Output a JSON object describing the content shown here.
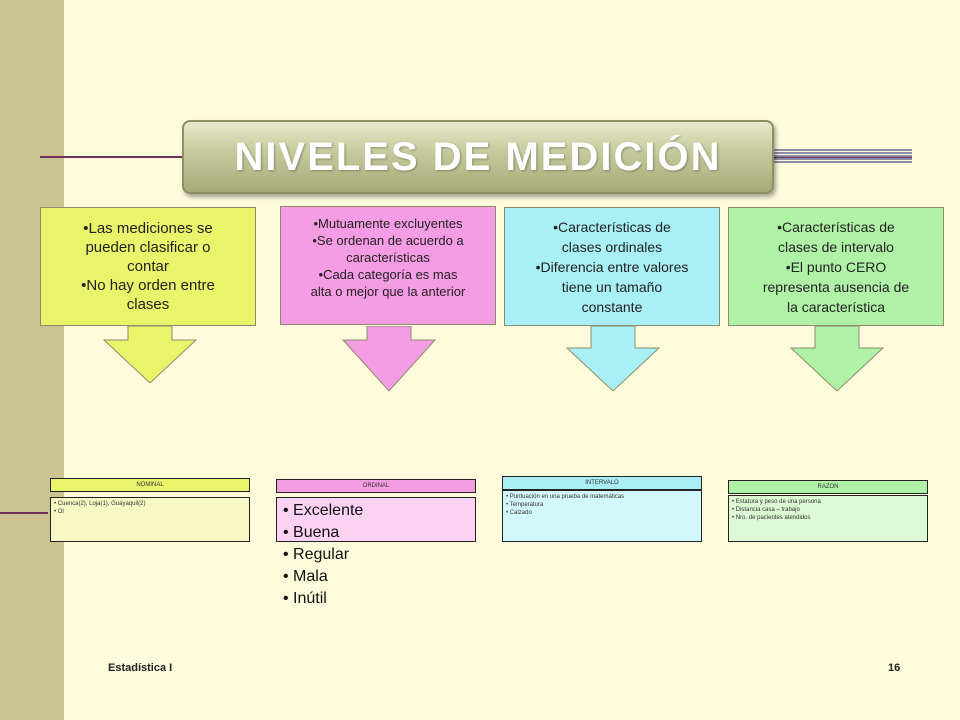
{
  "title": "NIVELES DE MEDICIÓN",
  "colors": {
    "background": "#fdfbdc",
    "sidebar": "#cbc490",
    "nominal": "#e8f46a",
    "ordinal": "#f49ce4",
    "intervalo": "#a8f0f6",
    "razon": "#aff2a6",
    "line": "#6e2f59"
  },
  "levels": [
    {
      "lines": [
        "•Las mediciones se",
        "pueden clasificar o",
        "contar",
        "•No hay orden entre",
        "clases"
      ]
    },
    {
      "lines": [
        "•Mutuamente excluyentes",
        "•Se ordenan de acuerdo a",
        "características",
        "•Cada categoría es mas",
        "alta o mejor que la anterior"
      ]
    },
    {
      "lines": [
        "•Características de",
        "clases ordinales",
        "•Diferencia entre valores",
        "tiene un tamaño",
        "constante"
      ]
    },
    {
      "lines": [
        "•Características de",
        "clases de intervalo",
        "•El punto CERO",
        "representa ausencia de",
        "la característica"
      ]
    }
  ],
  "categories": [
    {
      "header": "NOMINAL",
      "items": [
        "• Cuenca(2), Loja(1), Guayaquil(2)",
        "• Ol"
      ]
    },
    {
      "header": "ORDINAL",
      "items": [
        "• Excelente",
        "• Buena",
        "• Regular",
        "• Mala",
        "• Inútil"
      ]
    },
    {
      "header": "INTERVALO",
      "items": [
        "• Puntuación en una prueba de matemáticas",
        "• Temperatura",
        "• Calzado"
      ]
    },
    {
      "header": "RAZON",
      "items": [
        "• Estatura y peso de una persona",
        "• Distancia casa – trabajo",
        "• Nro. de pacientes atendidos"
      ]
    }
  ],
  "footer": {
    "left": "Estadística I",
    "right": "16"
  }
}
